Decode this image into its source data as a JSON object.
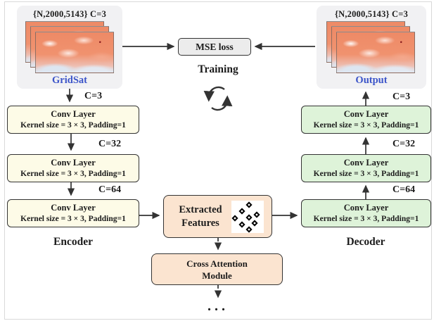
{
  "figure": {
    "inputs": {
      "gridsat": {
        "shape": "{N,2000,5143} C=3",
        "label": "GridSat"
      },
      "output": {
        "shape": "{N,2000,5143} C=3",
        "label": "Output"
      }
    },
    "training": {
      "mse_label": "MSE loss",
      "label": "Training",
      "cycle_icon": "circular-arrows-icon"
    },
    "encoder": {
      "title": "Encoder",
      "channels": [
        "C=3",
        "C=32",
        "C=64"
      ],
      "layers": [
        {
          "title": "Conv Layer",
          "spec": "Kernel size = 3 × 3, Padding=1"
        },
        {
          "title": "Conv Layer",
          "spec": "Kernel size = 3 × 3, Padding=1"
        },
        {
          "title": "Conv Layer",
          "spec": "Kernel size = 3 × 3, Padding=1"
        }
      ]
    },
    "decoder": {
      "title": "Decoder",
      "channels": [
        "C=3",
        "C=32",
        "C=64"
      ],
      "layers": [
        {
          "title": "Conv Layer",
          "spec": "Kernel size = 3 × 3, Padding=1"
        },
        {
          "title": "Conv Layer",
          "spec": "Kernel size = 3 × 3, Padding=1"
        },
        {
          "title": "Conv Layer",
          "spec": "Kernel size = 3 × 3, Padding=1"
        }
      ]
    },
    "bottleneck": {
      "extracted_features": {
        "line1": "Extracted",
        "line2": "Features",
        "icon": "diamond-pattern-icon"
      },
      "cross_attention": {
        "line1": "Cross Attention",
        "line2": "Module"
      },
      "continuation": "..."
    },
    "colors": {
      "encoder_box": "#fdfbe7",
      "decoder_box": "#def3d9",
      "attention_box": "#fbe4d0",
      "panel_bg": "#f1f1f3",
      "caption_blue": "#3b54c9",
      "mse_bg": "#ececec",
      "arrow": "#333333"
    }
  }
}
